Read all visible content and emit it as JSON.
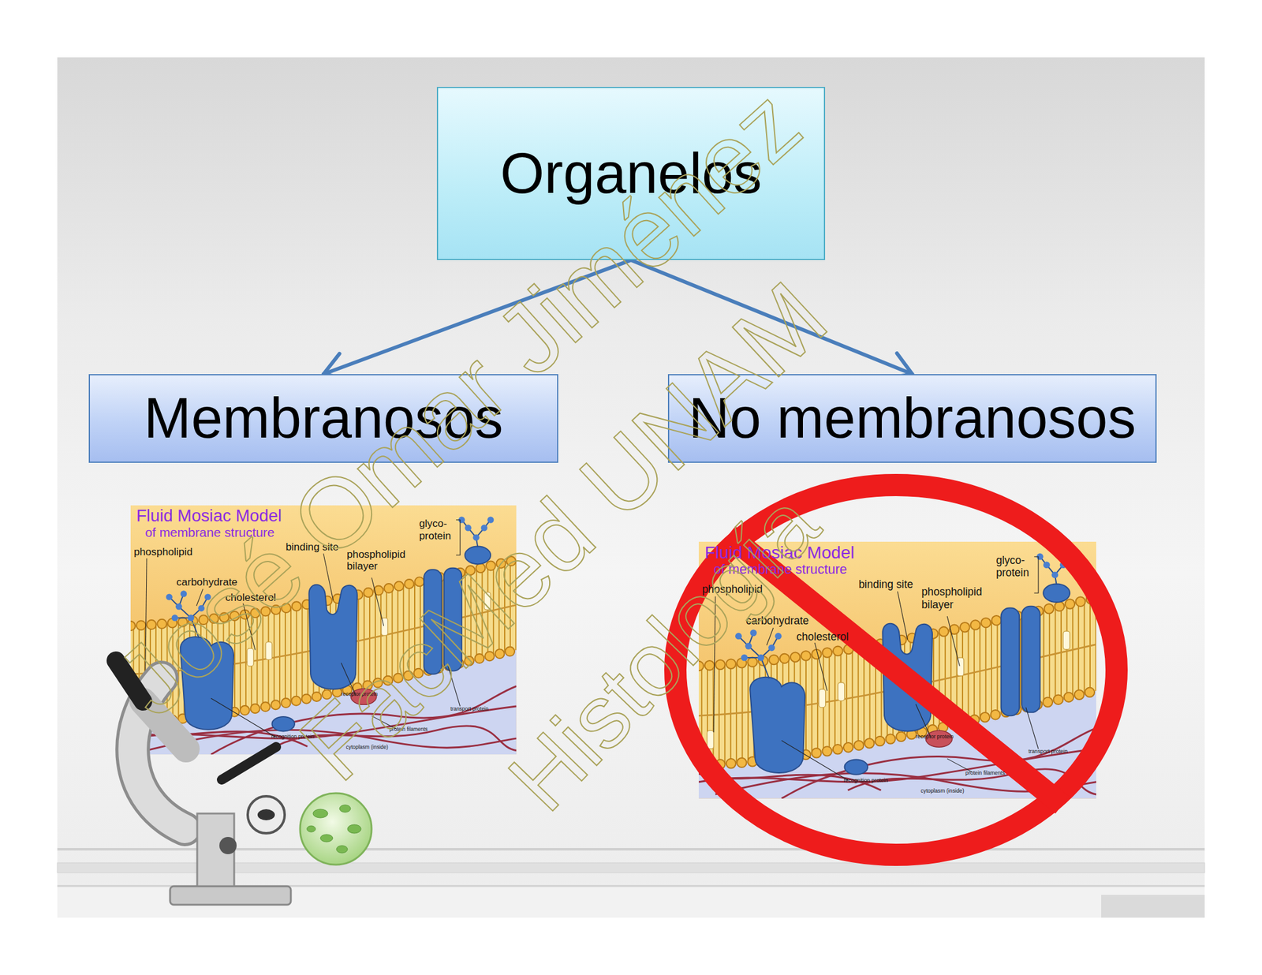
{
  "diagram": {
    "nodes": [
      {
        "text": [
          "Organelos"
        ]
      },
      {
        "text": [
          "Membranosos"
        ]
      },
      {
        "text": [
          "No membranosos"
        ]
      }
    ],
    "edges": [
      {
        "from": 0,
        "to": 1,
        "arrow": "to"
      },
      {
        "from": 0,
        "to": 2,
        "arrow": "to"
      }
    ],
    "labels": [
      "Fluid Mosiac Model",
      "of membrane structure",
      "phospholipid",
      "binding site",
      "phospholipid bilayer",
      "glyco- protein",
      "carbohydrate",
      "cholesterol",
      "receptor protein",
      "transport protein",
      "recognition protein",
      "protein filaments",
      "cytoplasm (inside)",
      "Fluid Mosiac Model",
      "of membrane structure",
      "phospholipid",
      "binding site",
      "phospholipid bilayer",
      "glyco- protein",
      "carbohydrate",
      "cholesterol",
      "receptor protein",
      "transport protein",
      "recognition protein",
      "protein filaments",
      "cytoplasm (inside)",
      "José Omar Jiménez",
      "FacMed UNAM",
      "Histología"
    ]
  }
}
